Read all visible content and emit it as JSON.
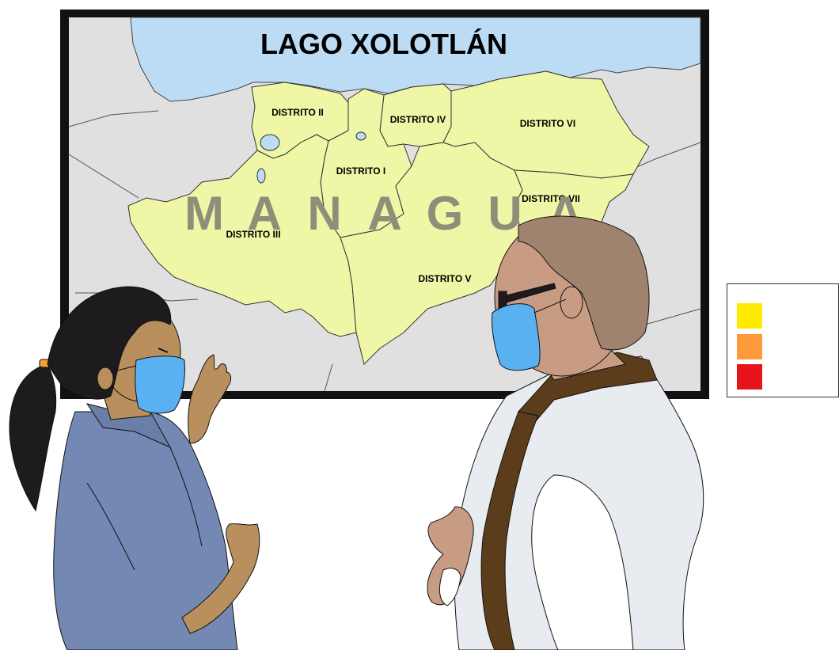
{
  "map": {
    "lake_label": "LAGO XOLOTLÁN",
    "city_letters": [
      "M",
      "A",
      "N",
      "A",
      "G",
      "U",
      "A"
    ],
    "districts": {
      "d1": "DISTRITO I",
      "d2": "DISTRITO II",
      "d3": "DISTRITO III",
      "d4": "DISTRITO IV",
      "d5": "DISTRITO V",
      "d6": "DISTRITO VI",
      "d7": "DISTRITO VII"
    },
    "colors": {
      "frame": "#111111",
      "land": "#e0e0e0",
      "lake": "#bcdcf5",
      "districts_fill": "#eff6a6",
      "city_letters": "#8f8f79"
    }
  },
  "legend": {
    "swatches": [
      "#ffeb00",
      "#ff9a3c",
      "#e8141c"
    ]
  },
  "people": {
    "mask_color": "#5ab1f2",
    "woman_shirt": "#7389b3",
    "man_shirt": "#e8ebef",
    "skin_woman": "#b9905d",
    "skin_man": "#c89c82"
  }
}
